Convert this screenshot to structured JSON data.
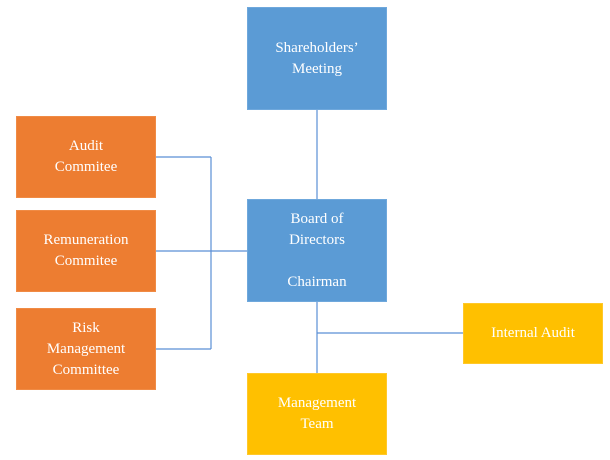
{
  "diagram": {
    "colors": {
      "board_blue": "#5b9bd5",
      "committee_orange": "#ed7d31",
      "management_gold": "#ffc000",
      "connector": "#5b8fd5"
    },
    "nodes": {
      "shareholders": "Shareholders’\nMeeting",
      "board": "Board of\nDirectors\n\nChairman",
      "audit_committee": "Audit\nCommitee",
      "remuneration_committee": "Remuneration\nCommitee",
      "risk_committee": "Risk\nManagement\nCommittee",
      "internal_audit": "Internal Audit",
      "management_team": "Management\nTeam"
    },
    "links": [
      [
        "shareholders",
        "board"
      ],
      [
        "audit_committee",
        "board"
      ],
      [
        "remuneration_committee",
        "board"
      ],
      [
        "risk_committee",
        "board"
      ],
      [
        "board",
        "internal_audit"
      ],
      [
        "board",
        "management_team"
      ]
    ]
  }
}
